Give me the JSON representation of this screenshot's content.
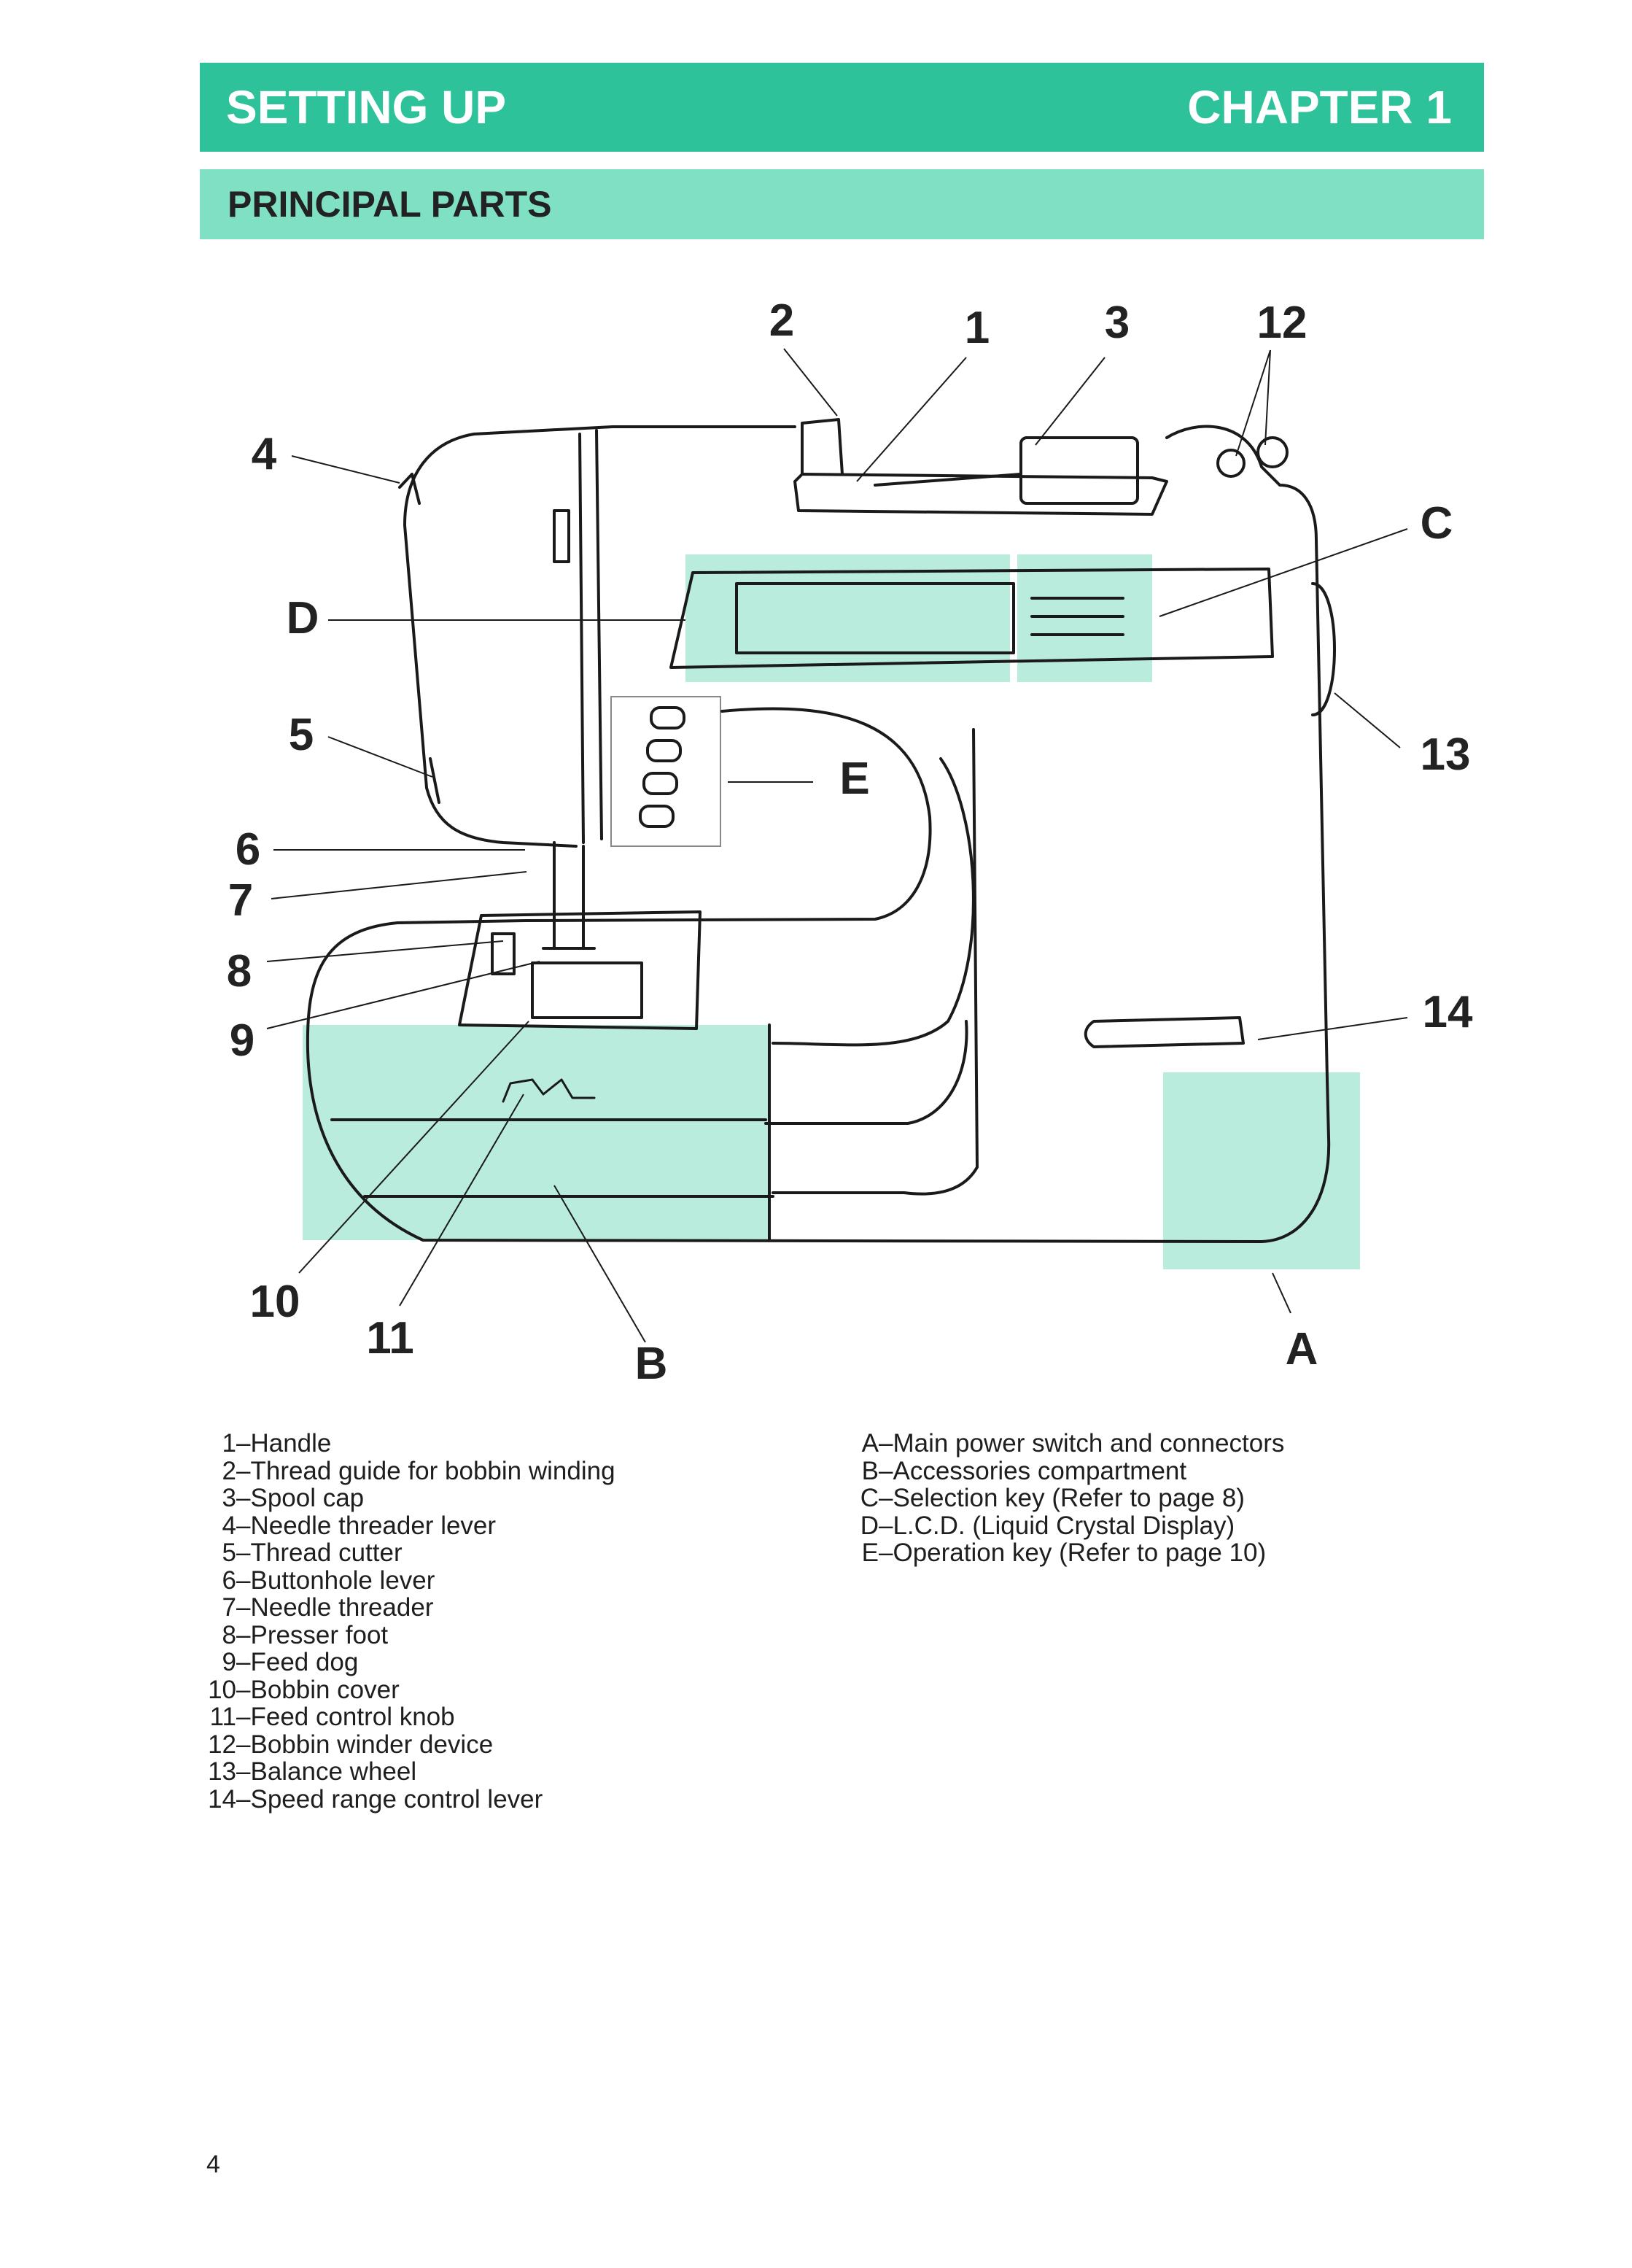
{
  "header": {
    "title": "SETTING UP",
    "chapter": "CHAPTER 1"
  },
  "section": {
    "title": "PRINCIPAL PARTS"
  },
  "diagram": {
    "callouts": {
      "c1": "1",
      "c2": "2",
      "c3": "3",
      "c4": "4",
      "c5": "5",
      "c6": "6",
      "c7": "7",
      "c8": "8",
      "c9": "9",
      "c10": "10",
      "c11": "11",
      "c12": "12",
      "c13": "13",
      "c14": "14",
      "cA": "A",
      "cB": "B",
      "cC": "C",
      "cD": "D",
      "cE": "E"
    },
    "colors": {
      "highlight": "#b9ecdc",
      "line": "#1a1a1a"
    }
  },
  "parts": [
    {
      "num": "1",
      "label": "Handle"
    },
    {
      "num": "2",
      "label": "Thread guide for bobbin winding"
    },
    {
      "num": "3",
      "label": "Spool cap"
    },
    {
      "num": "4",
      "label": "Needle threader lever"
    },
    {
      "num": "5",
      "label": "Thread cutter"
    },
    {
      "num": "6",
      "label": "Buttonhole lever"
    },
    {
      "num": "7",
      "label": "Needle threader"
    },
    {
      "num": "8",
      "label": "Presser foot"
    },
    {
      "num": "9",
      "label": "Feed dog"
    },
    {
      "num": "10",
      "label": "Bobbin cover"
    },
    {
      "num": "11",
      "label": "Feed control knob"
    },
    {
      "num": "12",
      "label": "Bobbin winder device"
    },
    {
      "num": "13",
      "label": "Balance wheel"
    },
    {
      "num": "14",
      "label": "Speed range control lever"
    }
  ],
  "keys": [
    {
      "letter": "A",
      "label": "Main power switch and connectors"
    },
    {
      "letter": "B",
      "label": "Accessories compartment"
    },
    {
      "letter": "C",
      "label": "Selection key (Refer to page 8)"
    },
    {
      "letter": "D",
      "label": "L.C.D. (Liquid Crystal Display)"
    },
    {
      "letter": "E",
      "label": "Operation key (Refer to page 10)"
    }
  ],
  "page_number": "4",
  "colors": {
    "header_bg": "#2ec29a",
    "subheader_bg": "#7fe0c4"
  }
}
